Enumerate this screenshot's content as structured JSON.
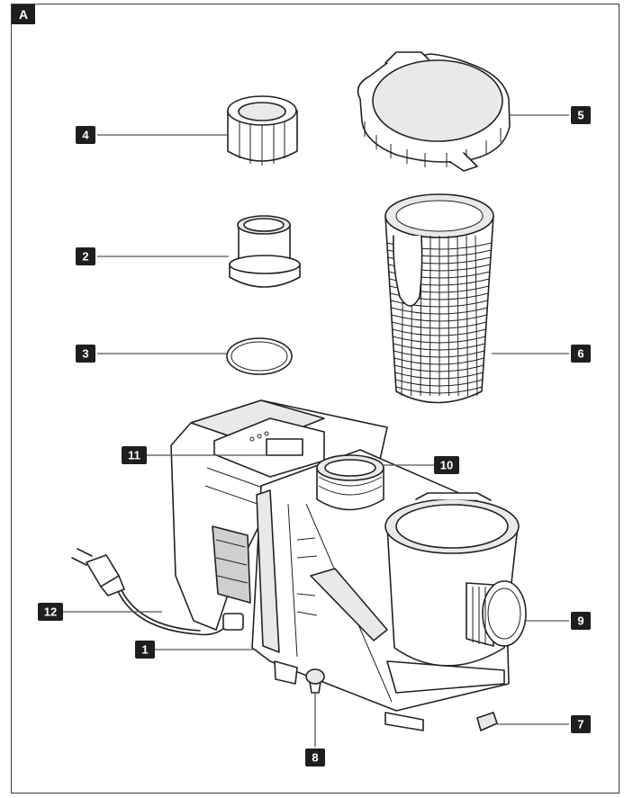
{
  "figure": {
    "corner_label": "A"
  },
  "parts": [
    {
      "number": "1"
    },
    {
      "number": "2"
    },
    {
      "number": "3"
    },
    {
      "number": "4"
    },
    {
      "number": "5"
    },
    {
      "number": "6"
    },
    {
      "number": "7"
    },
    {
      "number": "8"
    },
    {
      "number": "9"
    },
    {
      "number": "10"
    },
    {
      "number": "11"
    },
    {
      "number": "12"
    }
  ],
  "colors": {
    "badge": "#1e1e1e",
    "badge_text": "#ffffff",
    "line": "#222222"
  }
}
